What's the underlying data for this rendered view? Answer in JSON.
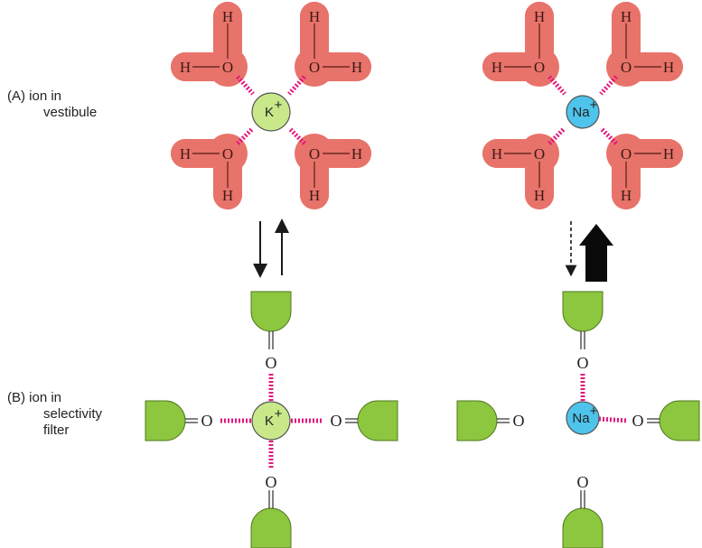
{
  "labels": {
    "a_line1": "(A)  ion in",
    "a_line2": "vestibule",
    "b_line1": "(B)  ion in",
    "b_line2": "selectivity",
    "b_line3": "filter"
  },
  "atoms": {
    "hydrogen": "H",
    "oxygen": "O"
  },
  "ions": {
    "potassium": "K",
    "sodium": "Na",
    "charge": "+"
  },
  "colors": {
    "water": "#e8736a",
    "water_dark": "#c9544c",
    "potassium_ion": "#c8e88a",
    "sodium_ion": "#4ec3ec",
    "carbonyl": "#8dc63f",
    "hydrogen_bond": "#e2187e",
    "ink": "#1a1a1a"
  }
}
